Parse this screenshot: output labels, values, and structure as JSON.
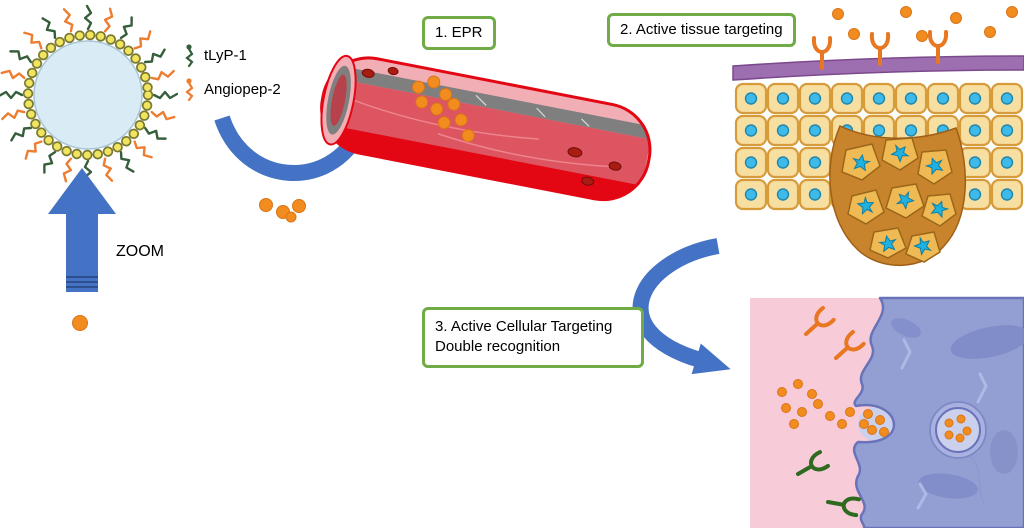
{
  "figure": {
    "zoom_label": "ZOOM",
    "legend": {
      "items": [
        {
          "label": "tLyP-1",
          "color": "#355E3B"
        },
        {
          "label": "Angiopep-2",
          "color": "#ED7D31"
        }
      ]
    },
    "steps": [
      {
        "label": "1. EPR"
      },
      {
        "label": "2. Active tissue targeting"
      },
      {
        "label": "3. Active Cellular Targeting",
        "label_line2": "Double recognition"
      }
    ],
    "colors": {
      "nanoparticle_orange": "#F28C1E",
      "arrow_blue": "#4472C4",
      "step_box_border": "#6FAC46",
      "vessel_outer_red": "#E30613",
      "vessel_wall_pink": "#F2AEB5",
      "vessel_lining_gray": "#7F7F7F",
      "tissue_cell_tan": "#F7DFA2",
      "tissue_nucleus_blue": "#3FB9E8",
      "tumor_brown": "#C8842D",
      "cell_purple": "#939FD3",
      "extracellular_pink": "#F8CBD9",
      "tlyp1_green": "#355E3B",
      "angiopep2_orange": "#ED7D31"
    }
  }
}
